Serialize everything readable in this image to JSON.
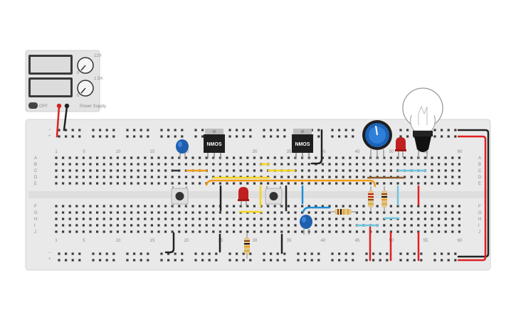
{
  "power_supply": {
    "display_voltage": "",
    "display_current": "",
    "knob_voltage_max": "12V",
    "knob_voltage_min": "0",
    "knob_current_max": "1.5A",
    "knob_current_min": "0",
    "button_label": "OFF",
    "brand": "Power Supply"
  },
  "breadboard": {
    "rows": [
      "A",
      "B",
      "C",
      "D",
      "E",
      "F",
      "G",
      "H",
      "I",
      "J"
    ],
    "column_numbers": [
      "1",
      "5",
      "10",
      "15",
      "20",
      "25",
      "30",
      "35",
      "40",
      "45",
      "50",
      "55",
      "60"
    ],
    "rail_plus": "+",
    "rail_minus": "−"
  },
  "components": {
    "mosfet_1": "NMOS",
    "mosfet_2": "NMOS"
  },
  "colors": {
    "board": "#e9e9e9",
    "hole": "#3a3a3a",
    "wire_red": "#e02020",
    "wire_black": "#222222",
    "wire_orange": "#f39c12",
    "wire_yellow": "#f3d320",
    "wire_blue": "#1f8fd6",
    "wire_cyan": "#6cc6e0",
    "wire_brown": "#8b5a2b",
    "capacitor": "#1e5fae",
    "led_red": "#c0201f"
  }
}
